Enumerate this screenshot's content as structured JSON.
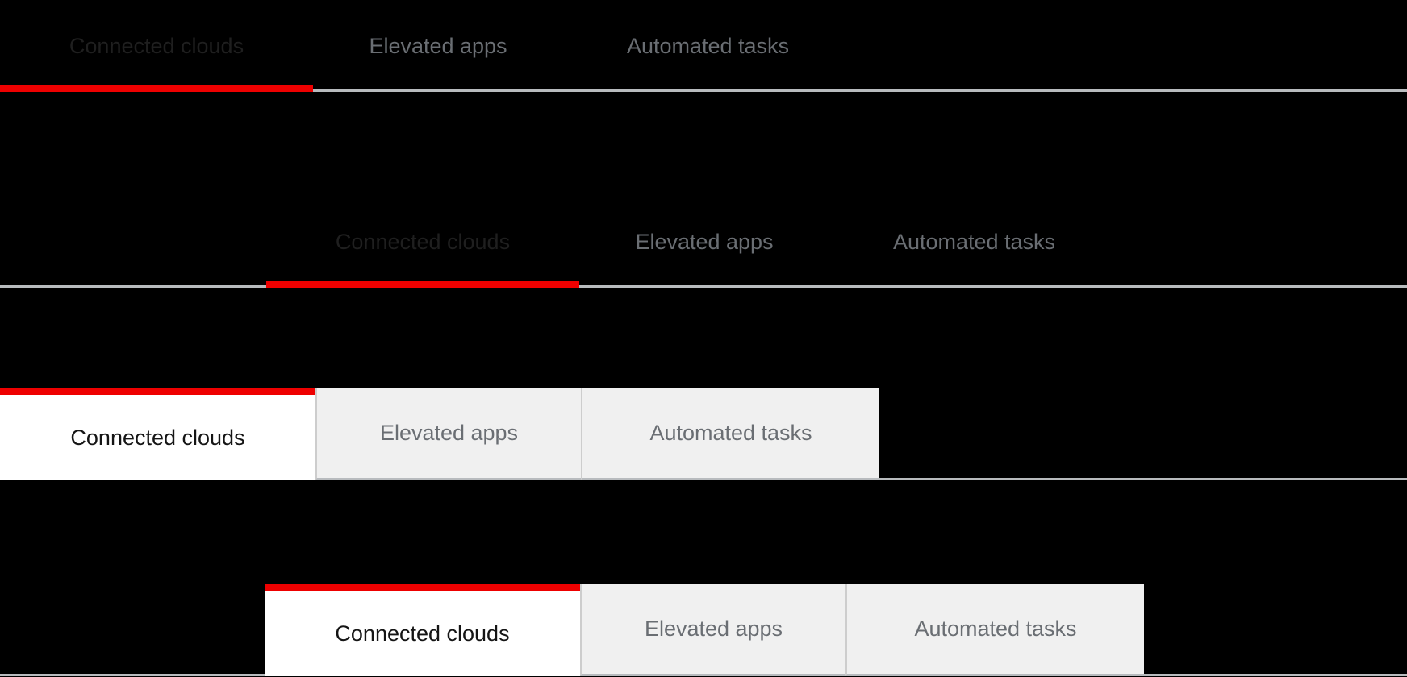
{
  "colors": {
    "accent": "#ee0000",
    "background": "#000000",
    "inactive_text": "#6a6e73",
    "active_text": "#151515",
    "default_active_text": "#1f1f1f",
    "box_bg": "#f0f0f0",
    "active_box_bg": "#ffffff",
    "border_line": "#b8bbbe",
    "separator": "#cdcdcd"
  },
  "groups": [
    {
      "name": "default-tabs-left-aligned",
      "variant": "default",
      "alignment": "left",
      "active_tab": "Connected clouds",
      "tabs": [
        {
          "label": "Connected clouds",
          "active": true
        },
        {
          "label": "Elevated apps",
          "active": false
        },
        {
          "label": "Automated tasks",
          "active": false
        }
      ]
    },
    {
      "name": "default-tabs-offset",
      "variant": "default",
      "alignment": "offset",
      "active_tab": "Connected clouds",
      "tabs": [
        {
          "label": "Connected clouds",
          "active": true
        },
        {
          "label": "Elevated apps",
          "active": false
        },
        {
          "label": "Automated tasks",
          "active": false
        }
      ]
    },
    {
      "name": "box-tabs-left-aligned",
      "variant": "box",
      "alignment": "left",
      "active_tab": "Connected clouds",
      "tabs": [
        {
          "label": "Connected clouds",
          "active": true
        },
        {
          "label": "Elevated apps",
          "active": false
        },
        {
          "label": "Automated tasks",
          "active": false
        }
      ]
    },
    {
      "name": "box-tabs-offset",
      "variant": "box",
      "alignment": "offset",
      "active_tab": "Connected clouds",
      "tabs": [
        {
          "label": "Connected clouds",
          "active": true
        },
        {
          "label": "Elevated apps",
          "active": false
        },
        {
          "label": "Automated tasks",
          "active": false
        }
      ]
    }
  ]
}
